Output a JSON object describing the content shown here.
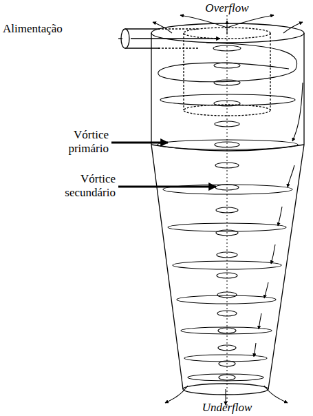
{
  "diagram": {
    "labels": [
      "Overflow",
      "Alimentação",
      "Vórtice primário",
      "Vórtice secundário",
      "Underflow"
    ]
  }
}
